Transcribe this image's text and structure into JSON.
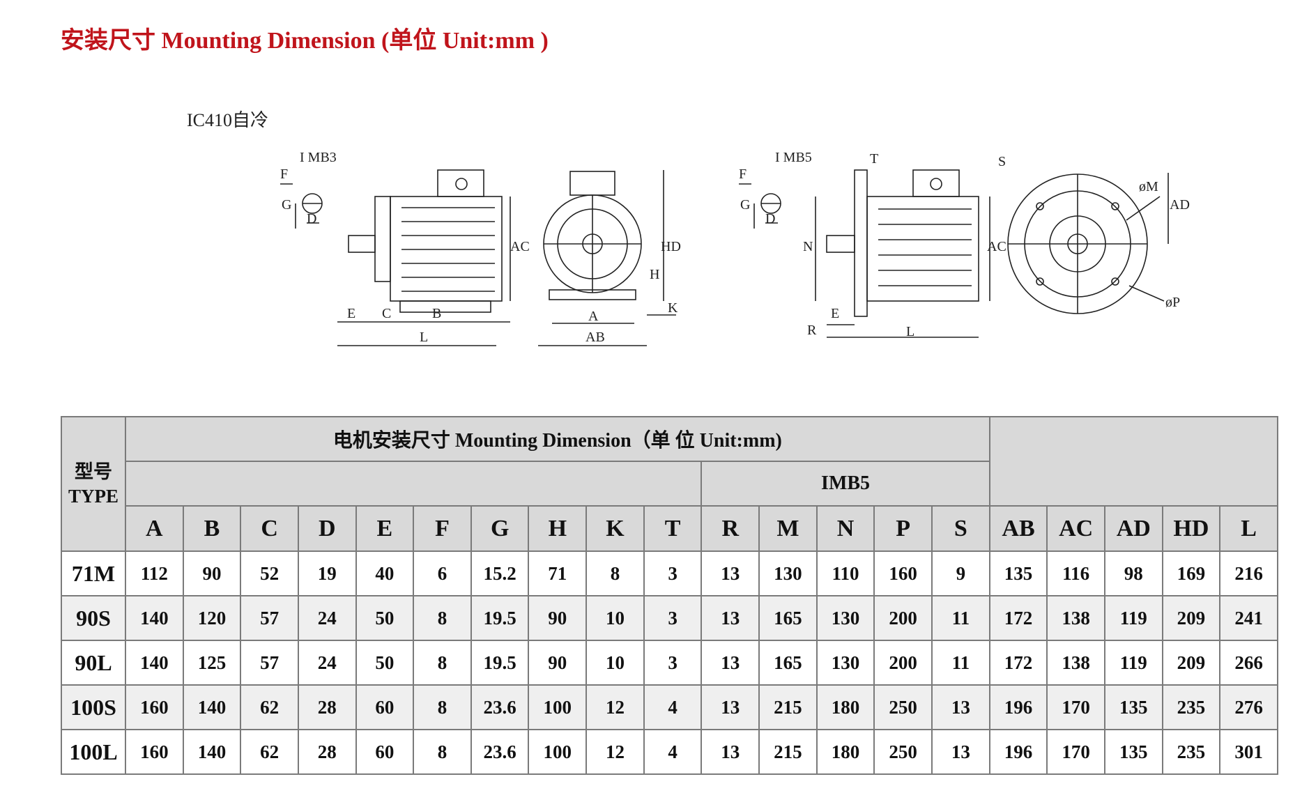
{
  "page": {
    "title": "安装尺寸 Mounting Dimension (单位 Unit:mm )",
    "cooling": "IC410自冷"
  },
  "drawing": {
    "imb3_label": "I MB3",
    "imb5_label": "I MB5",
    "labels": [
      "F",
      "G",
      "D",
      "E",
      "C",
      "B",
      "L",
      "AC",
      "HD",
      "H",
      "A",
      "AB",
      "K",
      "T",
      "N",
      "R",
      "S",
      "øM",
      "AD",
      "øP"
    ]
  },
  "table": {
    "type_header": [
      "型号",
      "TYPE"
    ],
    "caption": "电机安装尺寸 Mounting Dimension（单 位 Unit:mm)",
    "group_label": "IMB5",
    "columns": [
      "A",
      "B",
      "C",
      "D",
      "E",
      "F",
      "G",
      "H",
      "K",
      "T",
      "R",
      "M",
      "N",
      "P",
      "S",
      "AB",
      "AC",
      "AD",
      "HD",
      "L"
    ],
    "rows": [
      {
        "type": "71M",
        "values": [
          "112",
          "90",
          "52",
          "19",
          "40",
          "6",
          "15.2",
          "71",
          "8",
          "3",
          "13",
          "130",
          "110",
          "160",
          "9",
          "135",
          "116",
          "98",
          "169",
          "216"
        ]
      },
      {
        "type": "90S",
        "values": [
          "140",
          "120",
          "57",
          "24",
          "50",
          "8",
          "19.5",
          "90",
          "10",
          "3",
          "13",
          "165",
          "130",
          "200",
          "11",
          "172",
          "138",
          "119",
          "209",
          "241"
        ]
      },
      {
        "type": "90L",
        "values": [
          "140",
          "125",
          "57",
          "24",
          "50",
          "8",
          "19.5",
          "90",
          "10",
          "3",
          "13",
          "165",
          "130",
          "200",
          "11",
          "172",
          "138",
          "119",
          "209",
          "266"
        ]
      },
      {
        "type": "100S",
        "values": [
          "160",
          "140",
          "62",
          "28",
          "60",
          "8",
          "23.6",
          "100",
          "12",
          "4",
          "13",
          "215",
          "180",
          "250",
          "13",
          "196",
          "170",
          "135",
          "235",
          "276"
        ]
      },
      {
        "type": "100L",
        "values": [
          "160",
          "140",
          "62",
          "28",
          "60",
          "8",
          "23.6",
          "100",
          "12",
          "4",
          "13",
          "215",
          "180",
          "250",
          "13",
          "196",
          "170",
          "135",
          "235",
          "301"
        ]
      }
    ]
  }
}
